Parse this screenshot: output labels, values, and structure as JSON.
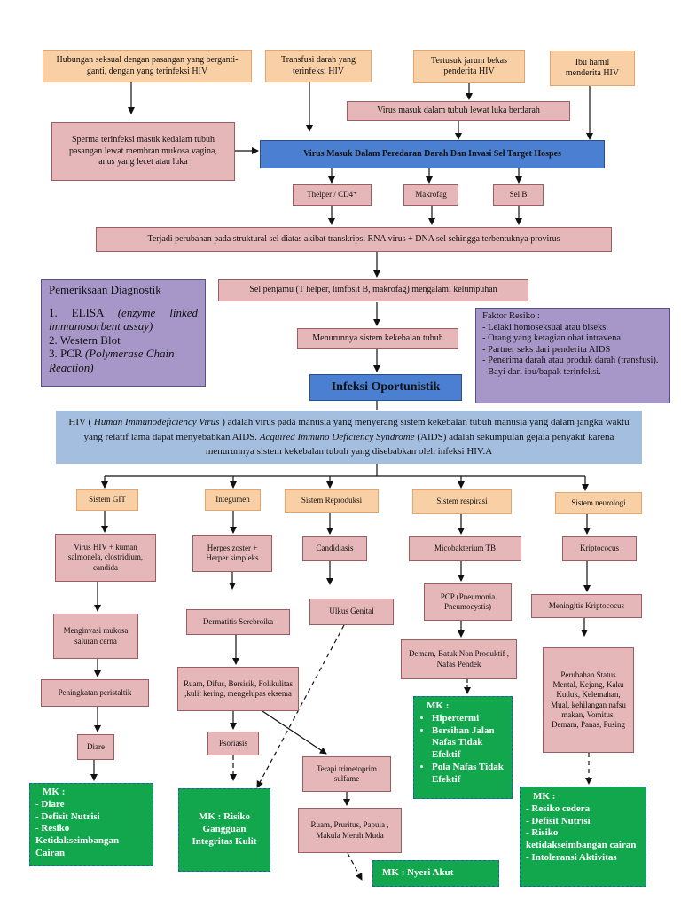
{
  "causes": {
    "sexual": "Hubungan seksual dengan pasangan yang berganti-ganti, dengan yang terinfeksi HIV",
    "transfusion": "Transfusi darah yang terinfeksi HIV",
    "needle": "Tertusuk jarum bekas penderita HIV",
    "mother": "Ibu hamil menderita HIV"
  },
  "sperm": "Sperma terinfeksi masuk kedalam tubuh pasangan lewat membran mukosa vagina, anus yang lecet atau luka",
  "virus_wound": "Virus  masuk dalam tubuh lewat luka berdarah",
  "virus_main": "Virus Masuk Dalam Peredaran Darah Dan Invasi Sel Target Hospes",
  "targets": [
    "Thelper / CD4⁺",
    "Makrofag",
    "Sel B"
  ],
  "structural": "Terjadi perubahan pada struktural sel diatas akibat transkripsi RNA virus + DNA sel sehingga terbentuknya provirus",
  "host_paralysis": "Sel penjamu (T helper, limfosit B, makrofag) mengalami kelumpuhan",
  "immune_decline": "Menurunnya sistem kekebalan tubuh",
  "opportunistic": "Infeksi Oportunistik",
  "diagnostic": {
    "title": "Pemeriksaan Diagnostik",
    "item1_prefix": "1. ELISA ",
    "item1_italic": "(enzyme linked immunosorbent assay)",
    "item2": "2. Western Blot",
    "item3_prefix": "3. PCR ",
    "item3_italic": "(Polymerase Chain Reaction)"
  },
  "risk": {
    "title": "Faktor Resiko :",
    "items": [
      "- Lelaki homoseksual atau biseks.",
      "- Orang yang ketagian obat intravena",
      "- Partner seks dari penderita AIDS",
      "- Penerima darah atau produk darah (transfusi).",
      "- Bayi dari ibu/bapak terinfeksi."
    ]
  },
  "definition": {
    "p1": "HIV ( ",
    "p2": "Human Immunodeficiency Virus",
    "p3": " ) adalah virus pada manusia yang menyerang sistem kekebalan tubuh manusia yang dalam jangka waktu yang relatif lama dapat menyebabkan AIDS. ",
    "p4": "Acquired Immuno Deficiency Syndrome",
    "p5": " (AIDS) adalah sekumpulan gejala penyakit karena menurunnya sistem kekebalan tubuh yang disebabkan oleh infeksi HIV.A"
  },
  "systems": [
    "Sistem GIT",
    "Integumen",
    "Sistem Reproduksi",
    "Sistem respirasi",
    "Sistem neurologi"
  ],
  "git": {
    "a": "Virus HIV + kuman salmonela, clostridium, candida",
    "b": "Menginvasi mukosa saluran cerna",
    "c": "Peningkatan peristaltik",
    "d": "Diare",
    "mk_title": "MK :",
    "mk": [
      "Diare",
      "Defisit  Nutrisi",
      "Resiko Ketidakseimbangan Cairan"
    ]
  },
  "integumen": {
    "a": "Herpes zoster + Herper simpleks",
    "b": "Dermatitis Serebroika",
    "c": "Ruam, Difus, Bersisik, Folikulitas ,kulit kering, mengelupas eksema",
    "d": "Psoriasis",
    "e": "Terapi trimetoprim sulfame",
    "f": "Ruam, Pruritus, Papula , Makula Merah Muda",
    "mk": "MK : Risiko Gangguan Integritas Kulit",
    "mk_nyeri": "MK :  Nyeri Akut"
  },
  "reproduksi": {
    "a": "Candidiasis",
    "b": "Ulkus  Genital"
  },
  "respirasi": {
    "a": "Micobakterium TB",
    "b": "PCP (Pneumonia Pneumocystis)",
    "c": "Demam, Batuk Non Produktif , Nafas Pendek",
    "mk_title": "MK :",
    "mk": [
      "Hipertermi",
      "Bersihan Jalan Nafas Tidak Efektif",
      "Pola Nafas Tidak Efektif"
    ]
  },
  "neuro": {
    "a": "Kriptococus",
    "b": "Meningitis Kriptococus",
    "c": "Perubahan Status Mental, Kejang, Kaku Kuduk, Kelemahan, Mual, kehilangan nafsu makan, Vomitus, Demam, Panas, Pusing",
    "mk_title": "MK :",
    "mk": [
      "Resiko  cedera",
      "Defisit Nutrisi",
      "Risiko ketidakseimbangan cairan",
      "Intoleransi Aktivitas"
    ]
  }
}
